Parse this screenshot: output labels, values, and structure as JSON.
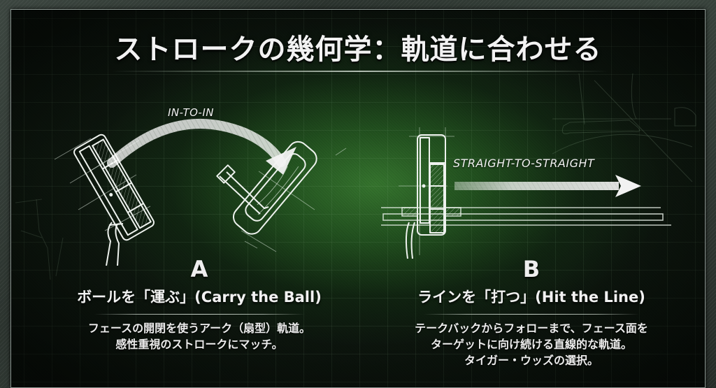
{
  "title": "ストロークの幾何学：軌道に合わせる",
  "colors": {
    "board_dark": "#0c140d",
    "board_glow": "#387a30",
    "chalk": "#f0f0f0",
    "frame": "#3c4640"
  },
  "sections": [
    {
      "letter": "A",
      "path_label": "IN-TO-IN",
      "diagram": "arc-stroke-putters",
      "arrow_icon": "curved-arrow-right",
      "heading": "ボールを「運ぶ」(Carry the Ball)",
      "description": [
        "フェースの開閉を使うアーク（扇型）軌道。",
        "感性重視のストロークにマッチ。"
      ]
    },
    {
      "letter": "B",
      "path_label": "STRAIGHT-TO-STRAIGHT",
      "diagram": "straight-stroke-putter",
      "arrow_icon": "straight-arrow-right",
      "heading": "ラインを「打つ」(Hit the Line)",
      "description": [
        "テークバックからフォローまで、フェース面を",
        "ターゲットに向け続ける直線的な軌道。",
        "タイガー・ウッズの選択。"
      ]
    }
  ]
}
